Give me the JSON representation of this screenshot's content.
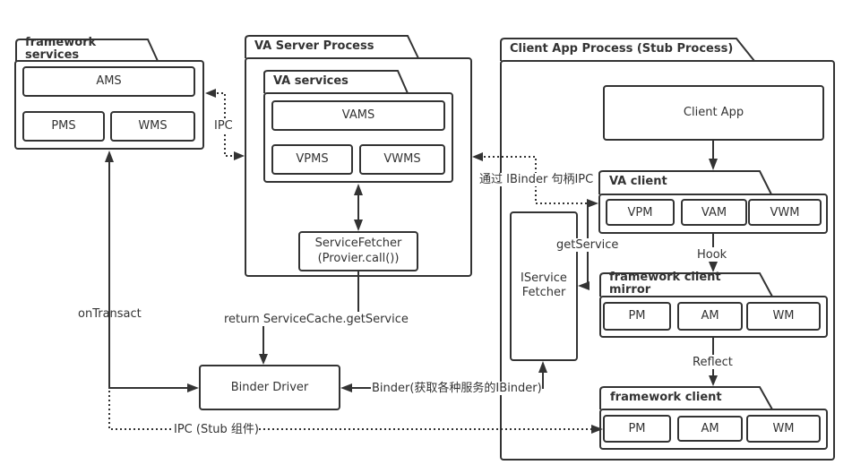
{
  "colors": {
    "stroke": "#333333",
    "background": "#ffffff"
  },
  "packages": {
    "framework_services": {
      "title": "framework services",
      "items": {
        "ams": "AMS",
        "pms": "PMS",
        "wms": "WMS"
      }
    },
    "va_server_process": {
      "title": "VA Server Process"
    },
    "va_services": {
      "title": "VA services",
      "items": {
        "vams": "VAMS",
        "vpms": "VPMS",
        "vwms": "VWMS"
      }
    },
    "service_fetcher": {
      "line1": "ServiceFetcher",
      "line2": "(Provier.call())"
    },
    "client_app_process": {
      "title": "Client App Process (Stub Process)"
    },
    "client_app": {
      "label": "Client App"
    },
    "va_client": {
      "title": "VA client",
      "items": {
        "vpm": "VPM",
        "vam": "VAM",
        "vwm": "VWM"
      }
    },
    "framework_client_mirror": {
      "title_line1": "framework client",
      "title_line2": "mirror",
      "items": {
        "pm": "PM",
        "am": "AM",
        "wm": "WM"
      }
    },
    "framework_client": {
      "title": "framework client",
      "items": {
        "pm": "PM",
        "am": "AM",
        "wm": "WM"
      }
    },
    "iservice_fetcher": {
      "line1": "IService",
      "line2": "Fetcher"
    },
    "binder_driver": {
      "label": "Binder Driver"
    }
  },
  "edges": {
    "ipc": "IPC",
    "ibinder_ipc": "通过 IBinder 句柄IPC",
    "get_service": "getService",
    "hook": "Hook",
    "reflect": "Reflect",
    "on_transact": "onTransact",
    "return_service_cache": "return ServiceCache.getService",
    "binder_ibinder": "Binder(获取各种服务的IBinder)",
    "ipc_stub": "IPC (Stub 组件)"
  }
}
